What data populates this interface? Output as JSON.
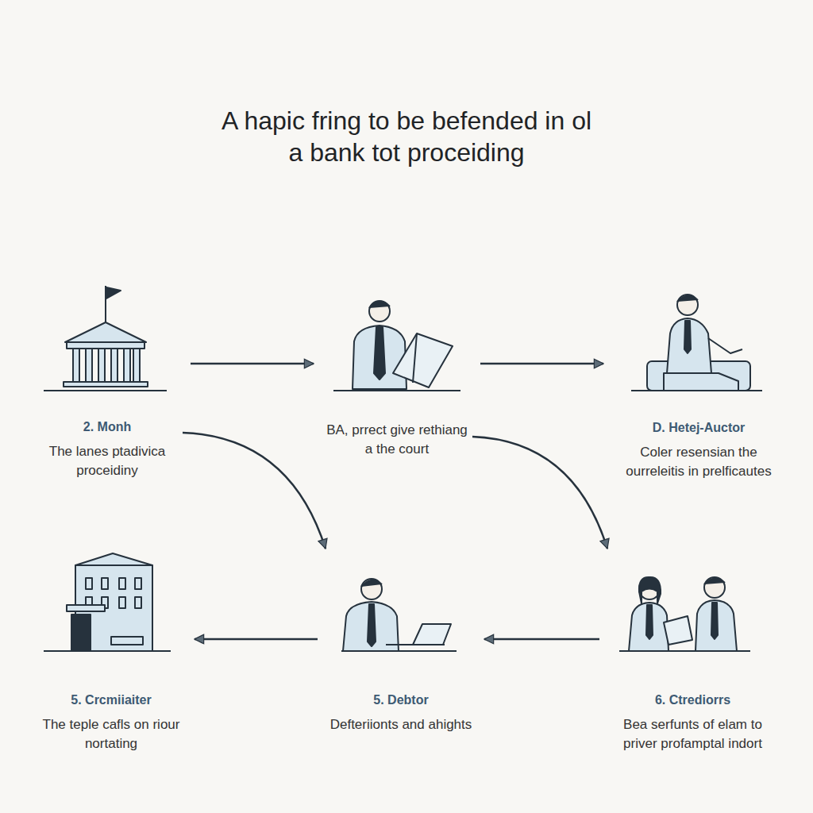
{
  "diagram": {
    "title": "A hapic fring to be befended in ol a bank tot proceiding",
    "nodes": [
      {
        "text": [
          "2. Monh",
          "The lanes ptadivica proceidiny"
        ]
      },
      {
        "text": [
          "BA, prrect give rethiang a the court"
        ]
      },
      {
        "text": [
          "D. Hetej-Auctor",
          "Coler resensian the ourreleitis in prelficautes"
        ]
      },
      {
        "text": [
          "6. Ctrediorrs",
          "Bea serfunts of elam to priver profamptal indort"
        ]
      },
      {
        "text": [
          "5. Debtor",
          "Defteriionts and ahights"
        ]
      },
      {
        "text": [
          "5. Crcmiiaiter",
          "The teple cafls on riour nortating"
        ]
      }
    ],
    "edges": [
      {
        "from": 0,
        "to": 1,
        "arrow": "to"
      },
      {
        "from": 1,
        "to": 2,
        "arrow": "to"
      },
      {
        "from": 0,
        "to": 4,
        "arrow": "to"
      },
      {
        "from": 1,
        "to": 3,
        "arrow": "to"
      },
      {
        "from": 3,
        "to": 4,
        "arrow": "to"
      },
      {
        "from": 4,
        "to": 5,
        "arrow": "to"
      }
    ]
  }
}
